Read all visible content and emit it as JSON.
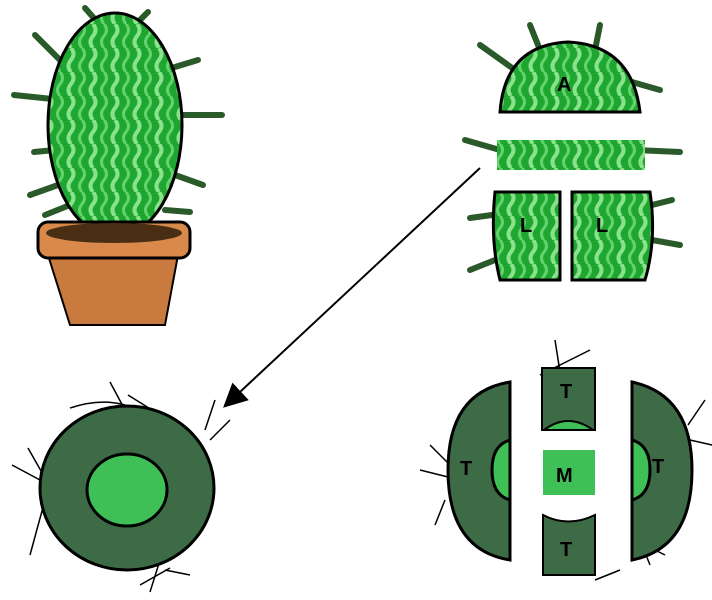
{
  "labels": {
    "apex": "A",
    "lateral_left": "L",
    "lateral_right": "L",
    "tangential_top": "T",
    "tangential_left": "T",
    "tangential_right": "T",
    "tangential_bottom": "T",
    "medullary": "M"
  },
  "colors": {
    "cactus_light": "#3fc94b",
    "cactus_dark": "#1da22c",
    "cactus_stripe": "#8be389",
    "pot": "#c97a3e",
    "pot_rim": "#d98a4b",
    "soil": "#4a2e14",
    "spine": "#2a5a2a",
    "cross_section_outer": "#3d6b45",
    "cross_section_inner": "#3fc057",
    "outline": "#000000"
  }
}
